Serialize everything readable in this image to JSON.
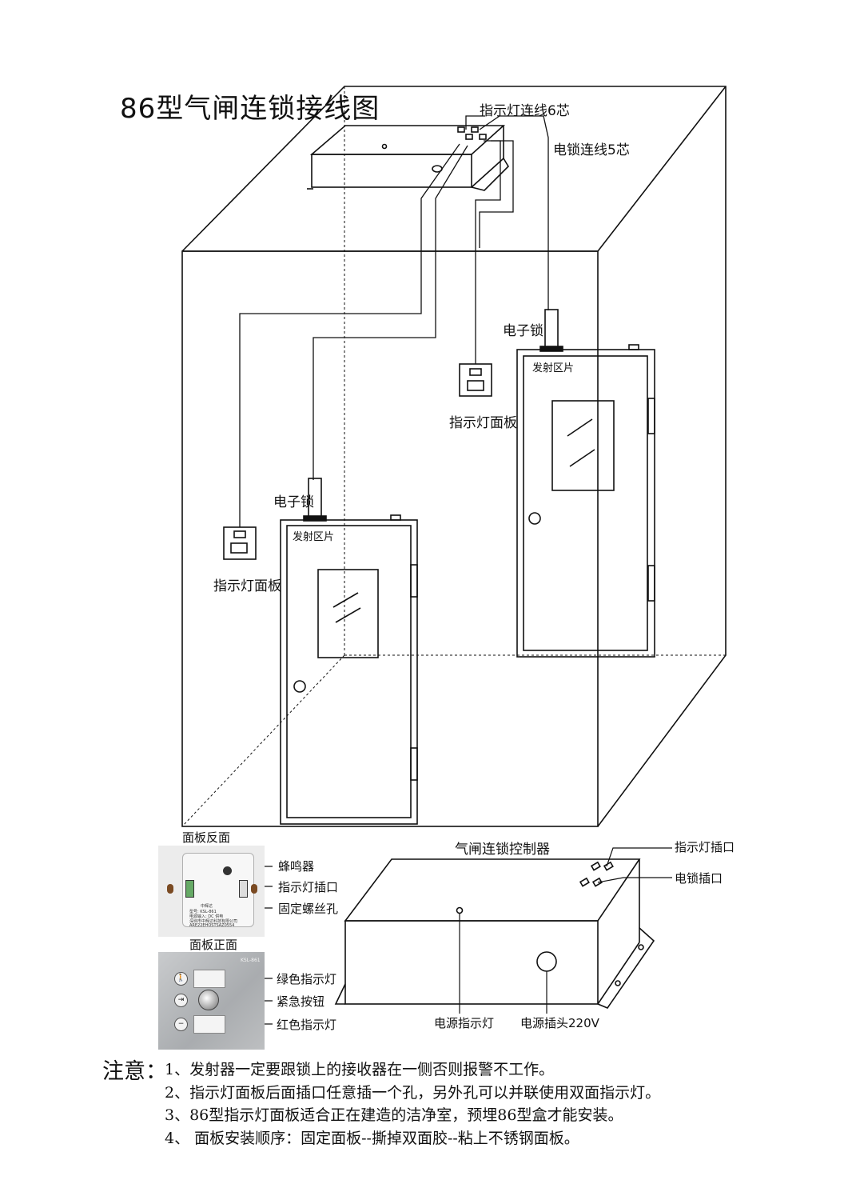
{
  "title": "86型气闸连锁接线图",
  "top_controller": {
    "indicator_cable_label": "指示灯连线6芯",
    "lock_cable_label": "电锁连线5芯"
  },
  "left_door": {
    "lock_label": "电子锁",
    "emitter_label": "发射区片",
    "indicator_panel_label": "指示灯面板"
  },
  "right_door": {
    "lock_label": "电子锁",
    "emitter_label": "发射区片",
    "indicator_panel_label": "指示灯面板"
  },
  "panel_back": {
    "heading": "面板反面",
    "callouts": [
      "蜂鸣器",
      "指示灯插口",
      "固定螺丝孔"
    ],
    "print_text": [
      "中辉达",
      "型号: KSL-861",
      "电源输入: DC 供电",
      "深圳市中辉达科技有限公司",
      "ARE22EHOSTSAZ0554"
    ]
  },
  "panel_front": {
    "heading": "面板正面",
    "model": "KSL-861",
    "callouts": [
      "绿色指示灯",
      "紧急按钮",
      "红色指示灯"
    ]
  },
  "controller": {
    "heading": "气闸连锁控制器",
    "right_callouts": [
      "指示灯插口",
      "电锁插口"
    ],
    "bottom_callouts": [
      "电源指示灯",
      "电源插头220V"
    ]
  },
  "notes": {
    "heading": "注意：",
    "items": [
      "1、发射器一定要跟锁上的接收器在一侧否则报警不工作。",
      "2、指示灯面板后面插口任意插一个孔，另外孔可以并联使用双面指示灯。",
      "3、86型指示灯面板适合正在建造的洁净室，预埋86型盒才能安装。",
      "4、 面板安装顺序：固定面板--撕掉双面胶--粘上不锈钢面板。"
    ]
  }
}
